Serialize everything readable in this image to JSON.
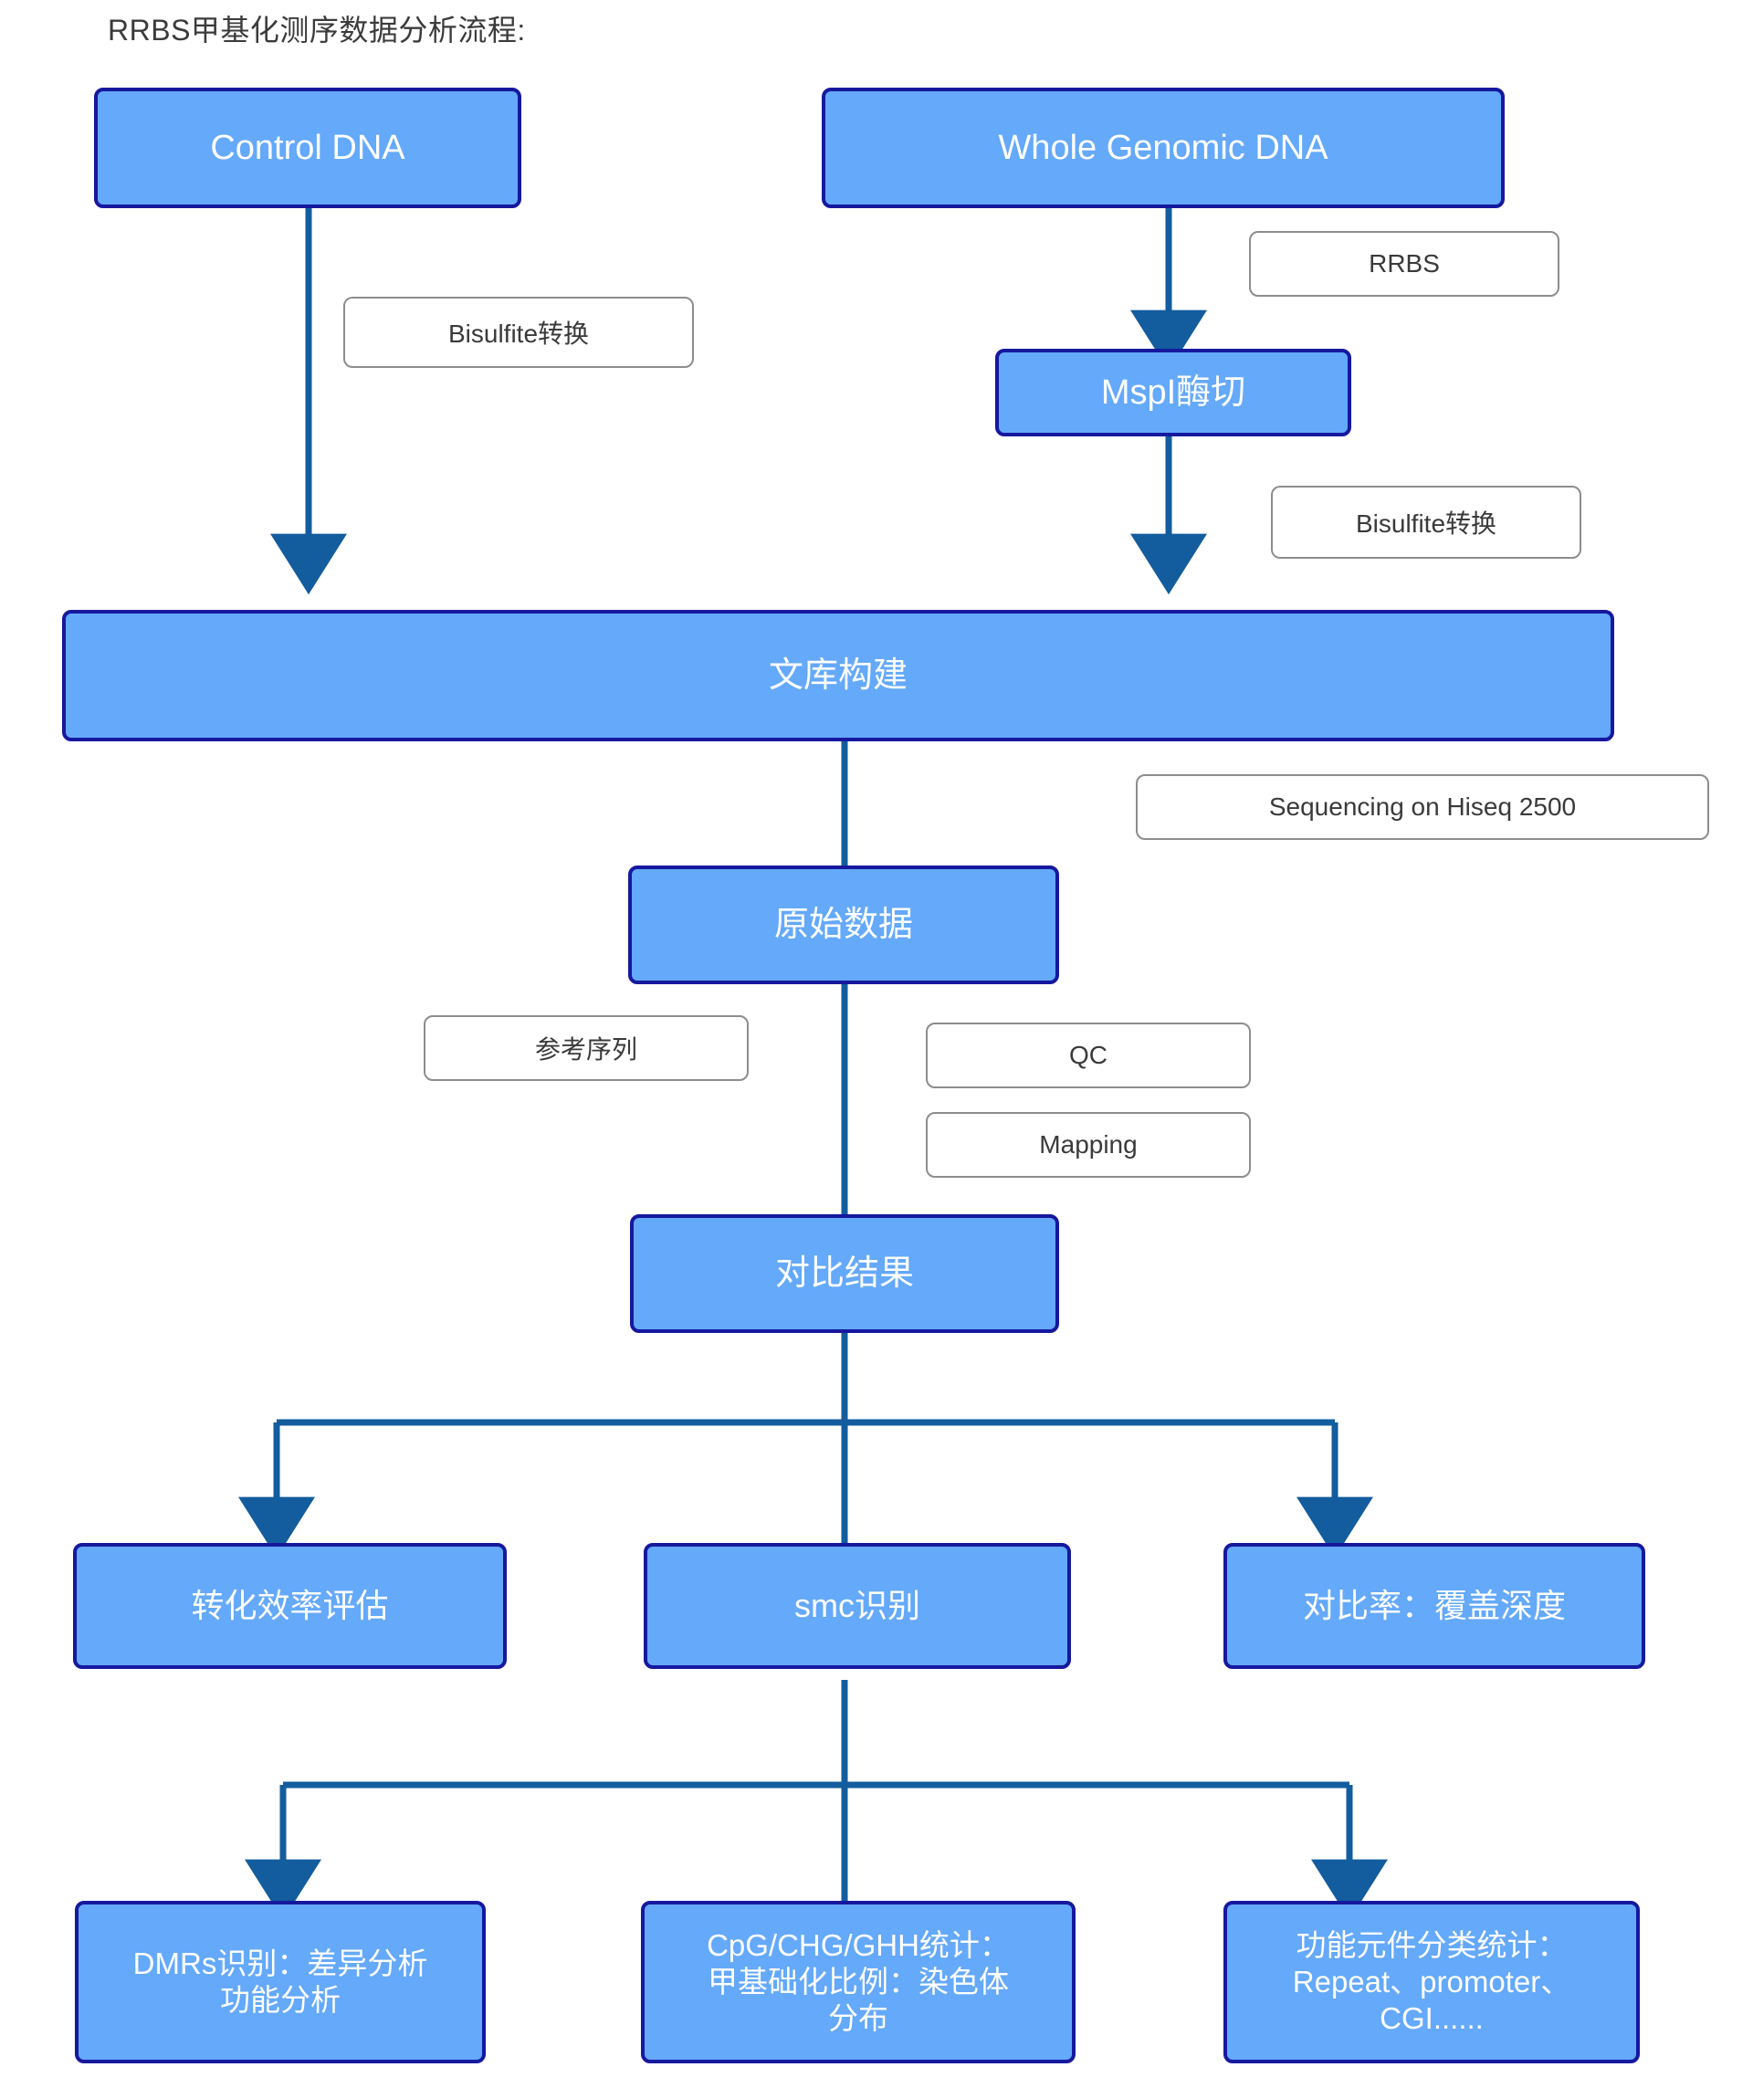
{
  "title": "RRBS甲基化测序数据分析流程:",
  "colors": {
    "node_fill": "#64A9FA",
    "node_border": "#16189E",
    "node_text": "#FFFFFF",
    "tag_border": "#8D8D8D",
    "tag_text": "#3A3A3A",
    "connector": "#135C9E",
    "background": "#FFFFFF"
  },
  "nodes": {
    "control_dna": "Control DNA",
    "whole_genomic_dna": "Whole Genomic DNA",
    "mspi_digest": "MspI酶切",
    "library_construction": "文库构建",
    "raw_data": "原始数据",
    "alignment_result": "对比结果",
    "conversion_efficiency": "转化效率评估",
    "smc_identification": "smc识别",
    "alignment_rate": "对比率：覆盖深度",
    "dmrs": "DMRs识别：差异分析\n功能分析",
    "context_stats": "CpG/CHG/GHH统计：\n甲基础化比例：染色体\n分布",
    "functional_elements": "功能元件分类统计：\nRepeat、promoter、\nCGI......"
  },
  "tags": {
    "bisulfite_left": "Bisulfite转换",
    "rrbs": "RRBS",
    "bisulfite_right": "Bisulfite转换",
    "sequencing": "Sequencing on Hiseq 2500",
    "reference": "参考序列",
    "qc": "QC",
    "mapping": "Mapping"
  }
}
